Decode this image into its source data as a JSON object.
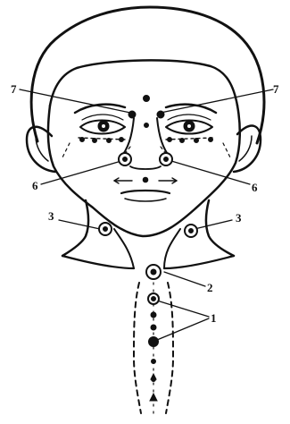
{
  "figure": {
    "labels": {
      "point_1": "1",
      "point_2": "2",
      "point_3_left": "3",
      "point_3_right": "3",
      "point_6_left": "6",
      "point_6_right": "6",
      "point_7_left": "7",
      "point_7_right": "7"
    },
    "colors": {
      "ink": "#111111",
      "background": "#ffffff"
    }
  }
}
